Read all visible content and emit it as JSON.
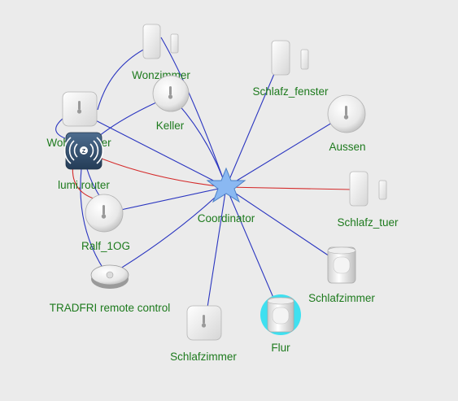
{
  "colors": {
    "background": "#ebebeb",
    "label": "#1d7a1d",
    "link_default": "#2a35c0",
    "link_router": "#d42a2a",
    "coordinator": "#8ab8f2",
    "router_icon": "#3a5a7a",
    "highlight": "#3fe0f0"
  },
  "nodes": {
    "wonzimmer": {
      "label": "Wonzimmer",
      "icon": "door-window-sensor-icon"
    },
    "keller": {
      "label": "Keller",
      "icon": "temperature-sensor-round-icon"
    },
    "wohnzimmer": {
      "label": "Wohnzimmer",
      "icon": "temperature-sensor-square-icon"
    },
    "lumi_router": {
      "label": "lumi.router",
      "icon": "zigbee-router-icon"
    },
    "ralf_1og": {
      "label": "Ralf_1OG",
      "icon": "temperature-sensor-round-icon"
    },
    "tradfri": {
      "label": "TRADFRI remote control",
      "icon": "tradfri-remote-icon"
    },
    "schlafz_fenster": {
      "label": "Schlafz_fenster",
      "icon": "door-window-sensor-icon"
    },
    "aussen": {
      "label": "Aussen",
      "icon": "temperature-sensor-round-icon"
    },
    "schlafz_tuer": {
      "label": "Schlafz_tuer",
      "icon": "door-window-sensor-icon"
    },
    "schlafzimmer_motion": {
      "label": "Schlafzimmer",
      "icon": "motion-sensor-icon"
    },
    "flur": {
      "label": "Flur",
      "icon": "motion-sensor-icon"
    },
    "schlafzimmer_temp": {
      "label": "Schlafzimmer",
      "icon": "temperature-sensor-square-icon"
    },
    "coordinator": {
      "label": "Coordinator",
      "icon": "coordinator-star-icon"
    }
  }
}
